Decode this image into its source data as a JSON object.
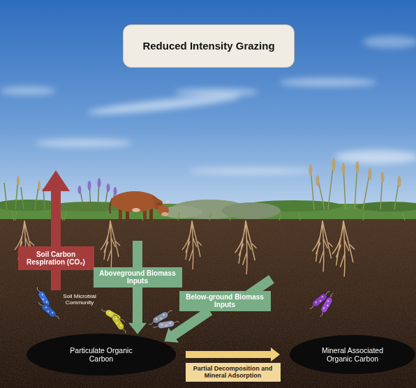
{
  "diagram": {
    "title": "Reduced Intensity Grazing",
    "nodes": [
      {
        "text": [
          "Soil Carbon Respiration (CO₂)"
        ]
      },
      {
        "text": [
          "Aboveground Biomass Inputs"
        ]
      },
      {
        "text": [
          "Below-ground Biomass Inputs"
        ]
      },
      {
        "text": [
          "Particulate Organic Carbon"
        ]
      },
      {
        "text": [
          "Mineral Associated Organic Carbon"
        ]
      }
    ],
    "edges": [
      {
        "from": 1,
        "to": 3,
        "arrow": "to"
      },
      {
        "from": 2,
        "to": 3,
        "arrow": "to"
      },
      {
        "from": 3,
        "to": 4,
        "label": "Partial Decomposition and Mineral Adsorption",
        "arrow": "to"
      }
    ],
    "labels": [
      "Soil Microbial Community"
    ]
  }
}
